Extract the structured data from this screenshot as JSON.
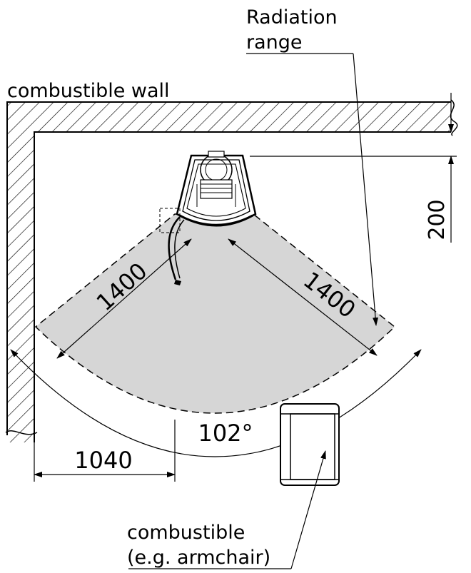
{
  "labels": {
    "radiation_line1": "Radiation",
    "radiation_line2": "range",
    "wall": "combustible wall",
    "combustible_line1": "combustible",
    "combustible_line2": "(e.g. armchair)"
  },
  "dimensions": {
    "wall_clearance": "200",
    "radius_left": "1400",
    "radius_right": "1400",
    "angle": "102°",
    "side_offset": "1040"
  },
  "colors": {
    "radiation_fill": "#d6d6d6",
    "lines": "#000000",
    "background": "#ffffff"
  }
}
